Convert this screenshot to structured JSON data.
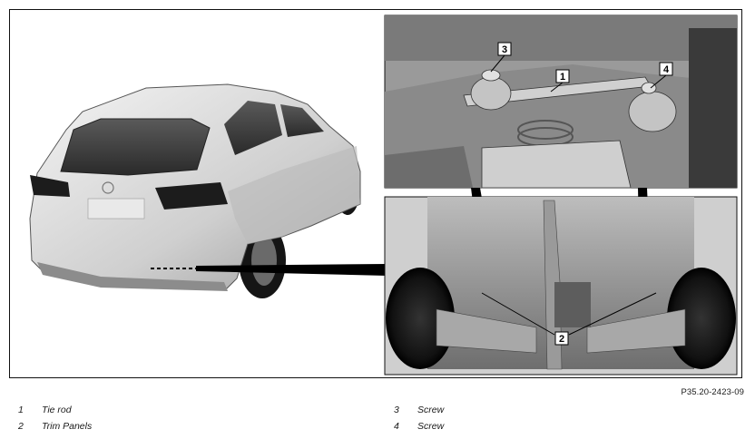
{
  "figure": {
    "code": "P35.20-2423-09",
    "callouts": {
      "c1": "1",
      "c2": "2",
      "c3": "3",
      "c4": "4"
    }
  },
  "legend": [
    {
      "number": "1",
      "label": "Tie rod"
    },
    {
      "number": "2",
      "label": "Trim Panels"
    },
    {
      "number": "3",
      "label": "Screw"
    },
    {
      "number": "4",
      "label": "Screw"
    }
  ]
}
